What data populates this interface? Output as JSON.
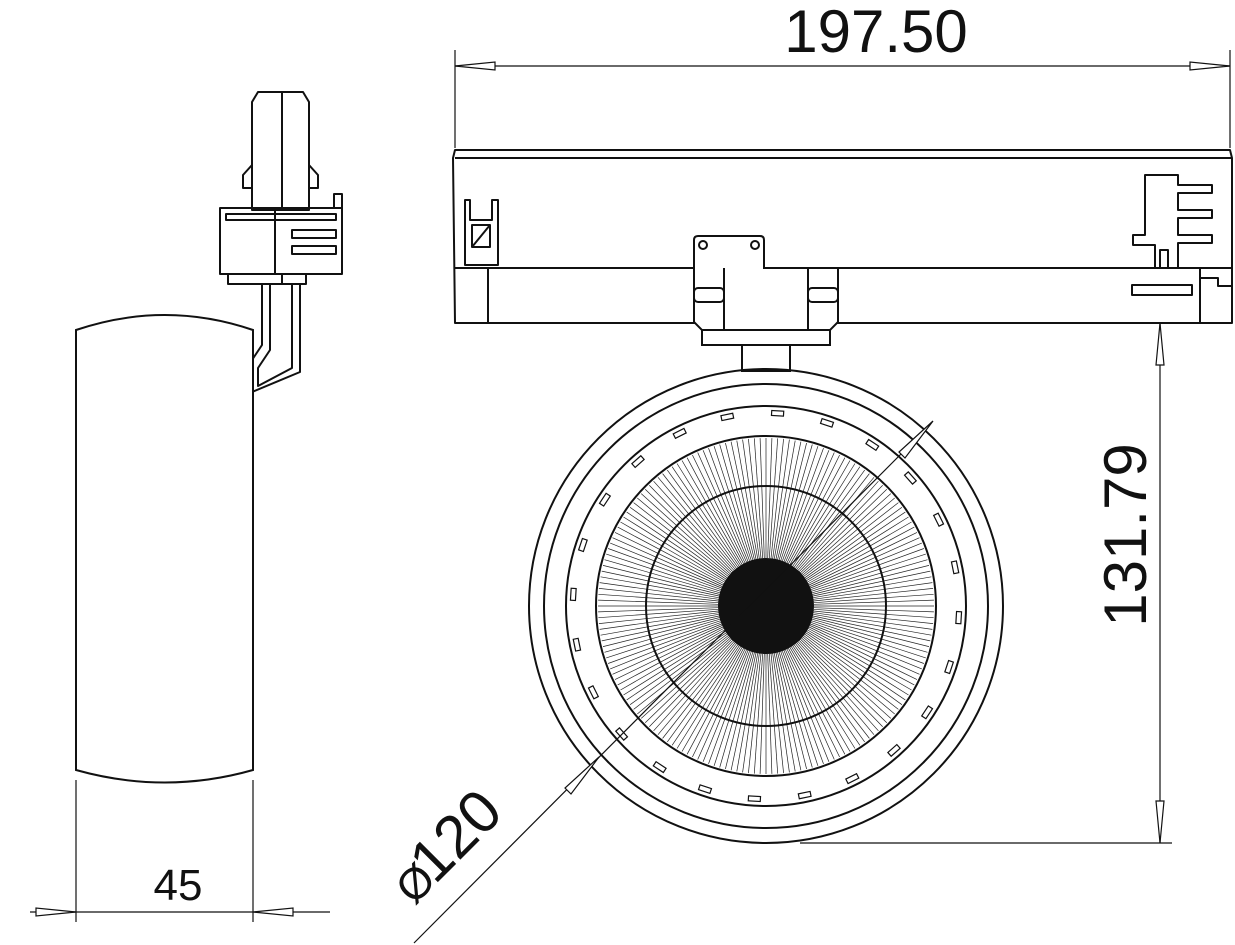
{
  "drawing": {
    "dimensions": {
      "overall_width": "197.50",
      "overall_height": "131.79",
      "head_diameter": "120",
      "diameter_symbol": "Ø",
      "side_width": "45"
    },
    "views": [
      "side-view",
      "front-view"
    ]
  }
}
